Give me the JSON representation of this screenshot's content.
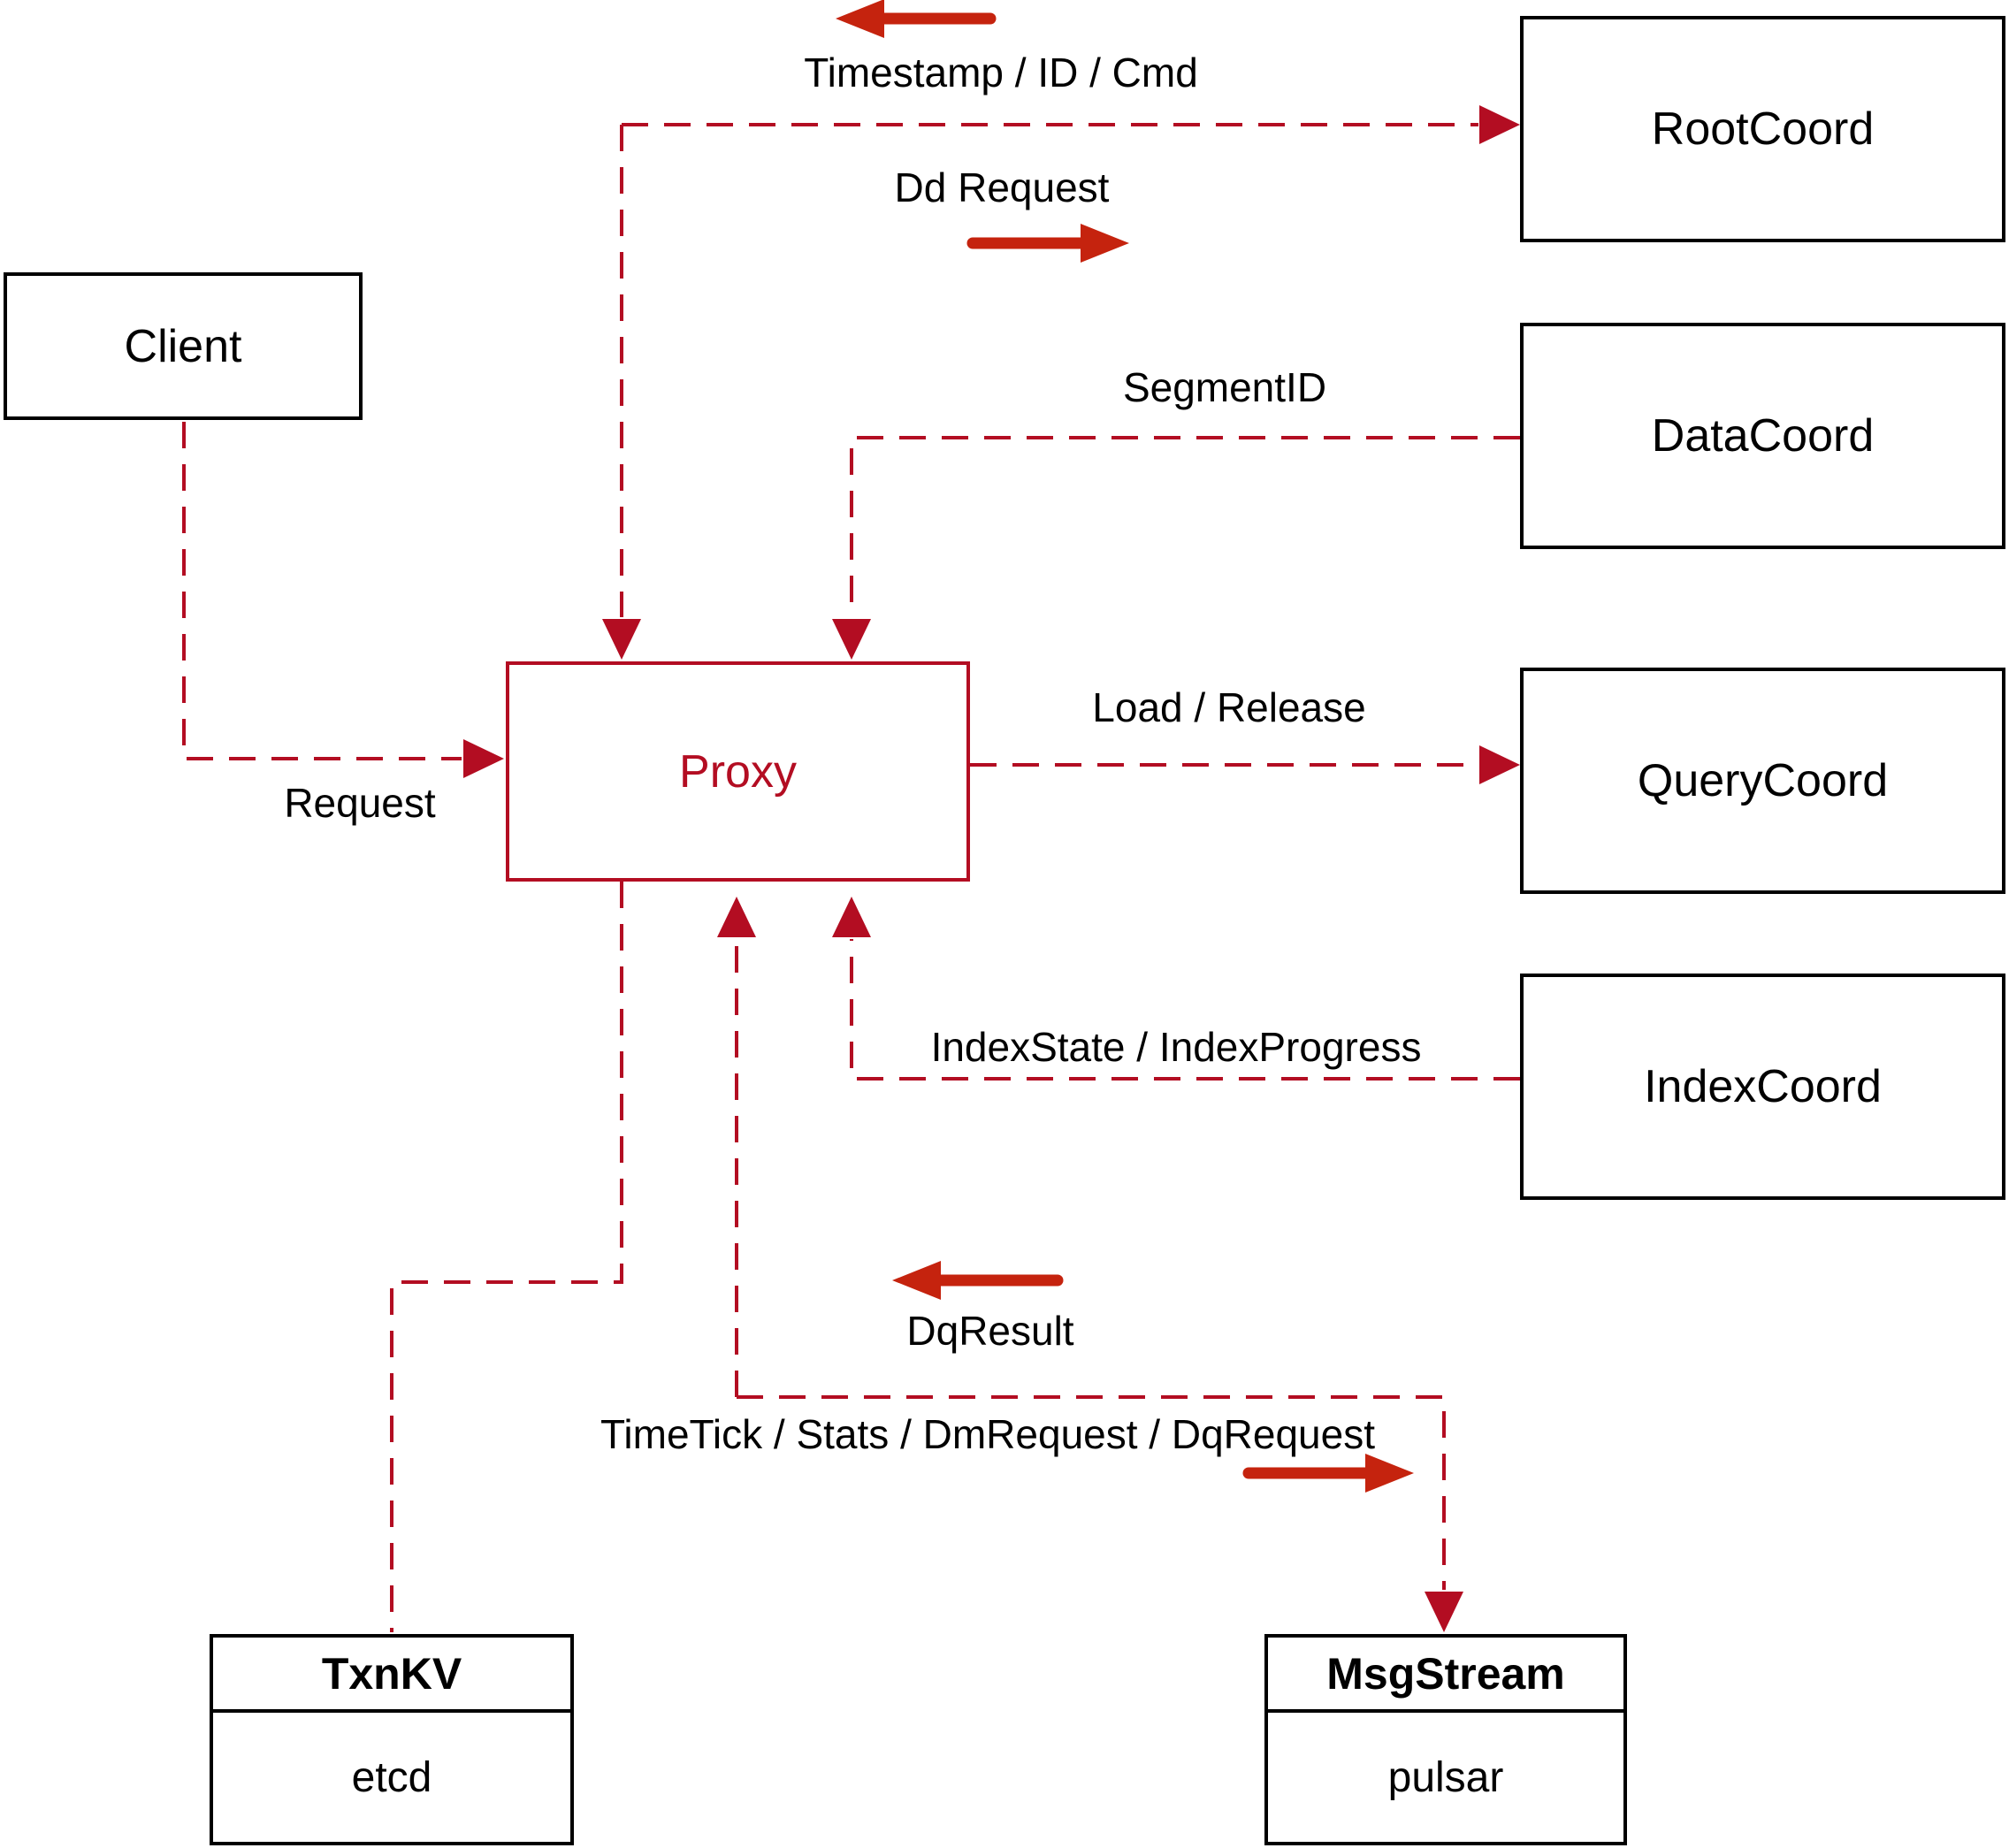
{
  "diagram": {
    "nodes": {
      "client": {
        "label": "Client"
      },
      "proxy": {
        "label": "Proxy"
      },
      "root_coord": {
        "label": "RootCoord"
      },
      "data_coord": {
        "label": "DataCoord"
      },
      "query_coord": {
        "label": "QueryCoord"
      },
      "index_coord": {
        "label": "IndexCoord"
      },
      "txn_kv": {
        "title": "TxnKV",
        "subtitle": "etcd"
      },
      "msg_stream": {
        "title": "MsgStream",
        "subtitle": "pulsar"
      }
    },
    "edge_labels": {
      "timestamp": "Timestamp / ID / Cmd",
      "dd_request": "Dd Request",
      "segment_id": "SegmentID",
      "request": "Request",
      "load_release": "Load / Release",
      "index_state": "IndexState / IndexProgress",
      "dq_result": "DqResult",
      "time_tick": "TimeTick / Stats / DmRequest / DqRequest"
    },
    "colors": {
      "dashed_line": "#b30d22",
      "solid_arrow": "#c5230e",
      "node_border": "#000000",
      "text": "#000000",
      "background": "#ffffff"
    }
  }
}
